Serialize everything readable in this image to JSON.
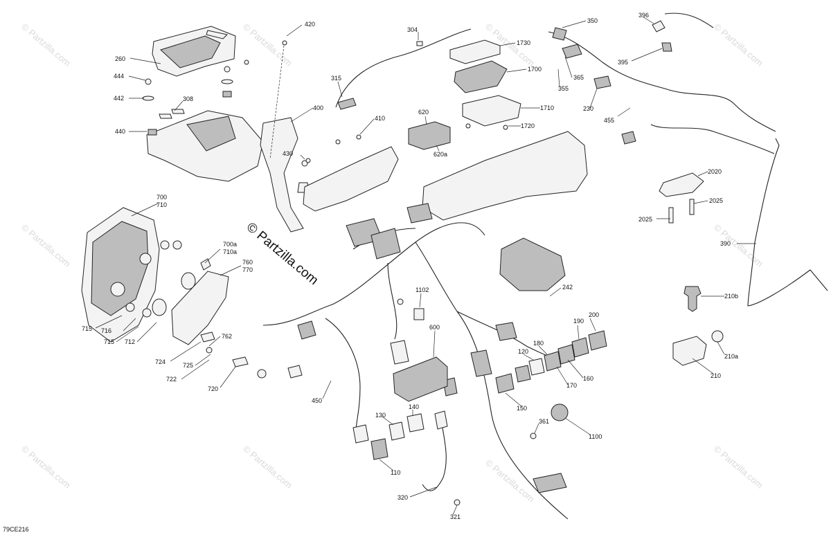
{
  "watermark": {
    "tile": "© Partzilla.com",
    "main": "© Partzilla.com"
  },
  "diagram_code": "79CE216",
  "callouts": [
    {
      "id": "c260",
      "text": "260"
    },
    {
      "id": "c444",
      "text": "444"
    },
    {
      "id": "c442",
      "text": "442"
    },
    {
      "id": "c308",
      "text": "308"
    },
    {
      "id": "c440",
      "text": "440"
    },
    {
      "id": "c420",
      "text": "420"
    },
    {
      "id": "c400",
      "text": "400"
    },
    {
      "id": "c430",
      "text": "430"
    },
    {
      "id": "c304",
      "text": "304"
    },
    {
      "id": "c315",
      "text": "315"
    },
    {
      "id": "c410",
      "text": "410"
    },
    {
      "id": "c1730",
      "text": "1730"
    },
    {
      "id": "c1700",
      "text": "1700"
    },
    {
      "id": "c1710",
      "text": "1710"
    },
    {
      "id": "c1720",
      "text": "1720"
    },
    {
      "id": "c620",
      "text": "620"
    },
    {
      "id": "c620a",
      "text": "620a"
    },
    {
      "id": "c350",
      "text": "350"
    },
    {
      "id": "c396",
      "text": "396"
    },
    {
      "id": "c395",
      "text": "395"
    },
    {
      "id": "c365",
      "text": "365"
    },
    {
      "id": "c355",
      "text": "355"
    },
    {
      "id": "c230",
      "text": "230"
    },
    {
      "id": "c455",
      "text": "455"
    },
    {
      "id": "c2020",
      "text": "2020"
    },
    {
      "id": "c2025a",
      "text": "2025"
    },
    {
      "id": "c2025b",
      "text": "2025"
    },
    {
      "id": "c390",
      "text": "390"
    },
    {
      "id": "c700",
      "text": "700"
    },
    {
      "id": "c710",
      "text": "710"
    },
    {
      "id": "c700a",
      "text": "700a"
    },
    {
      "id": "c710a",
      "text": "710a"
    },
    {
      "id": "c760",
      "text": "760"
    },
    {
      "id": "c770",
      "text": "770"
    },
    {
      "id": "c715a",
      "text": "715"
    },
    {
      "id": "c716",
      "text": "716"
    },
    {
      "id": "c715b",
      "text": "715"
    },
    {
      "id": "c712",
      "text": "712"
    },
    {
      "id": "c762",
      "text": "762"
    },
    {
      "id": "c724",
      "text": "724"
    },
    {
      "id": "c725",
      "text": "725"
    },
    {
      "id": "c722",
      "text": "722"
    },
    {
      "id": "c720",
      "text": "720"
    },
    {
      "id": "c242",
      "text": "242"
    },
    {
      "id": "c1102",
      "text": "1102"
    },
    {
      "id": "c600",
      "text": "600"
    },
    {
      "id": "c450",
      "text": "450"
    },
    {
      "id": "c200",
      "text": "200"
    },
    {
      "id": "c190",
      "text": "190"
    },
    {
      "id": "c180",
      "text": "180"
    },
    {
      "id": "c120",
      "text": "120"
    },
    {
      "id": "c160",
      "text": "160"
    },
    {
      "id": "c170",
      "text": "170"
    },
    {
      "id": "c150",
      "text": "150"
    },
    {
      "id": "c210b",
      "text": "210b"
    },
    {
      "id": "c210a",
      "text": "210a"
    },
    {
      "id": "c210",
      "text": "210"
    },
    {
      "id": "c361",
      "text": "361"
    },
    {
      "id": "c1100",
      "text": "1100"
    },
    {
      "id": "c140",
      "text": "140"
    },
    {
      "id": "c130",
      "text": "130"
    },
    {
      "id": "c110",
      "text": "110"
    },
    {
      "id": "c320",
      "text": "320"
    },
    {
      "id": "c321",
      "text": "321"
    }
  ]
}
